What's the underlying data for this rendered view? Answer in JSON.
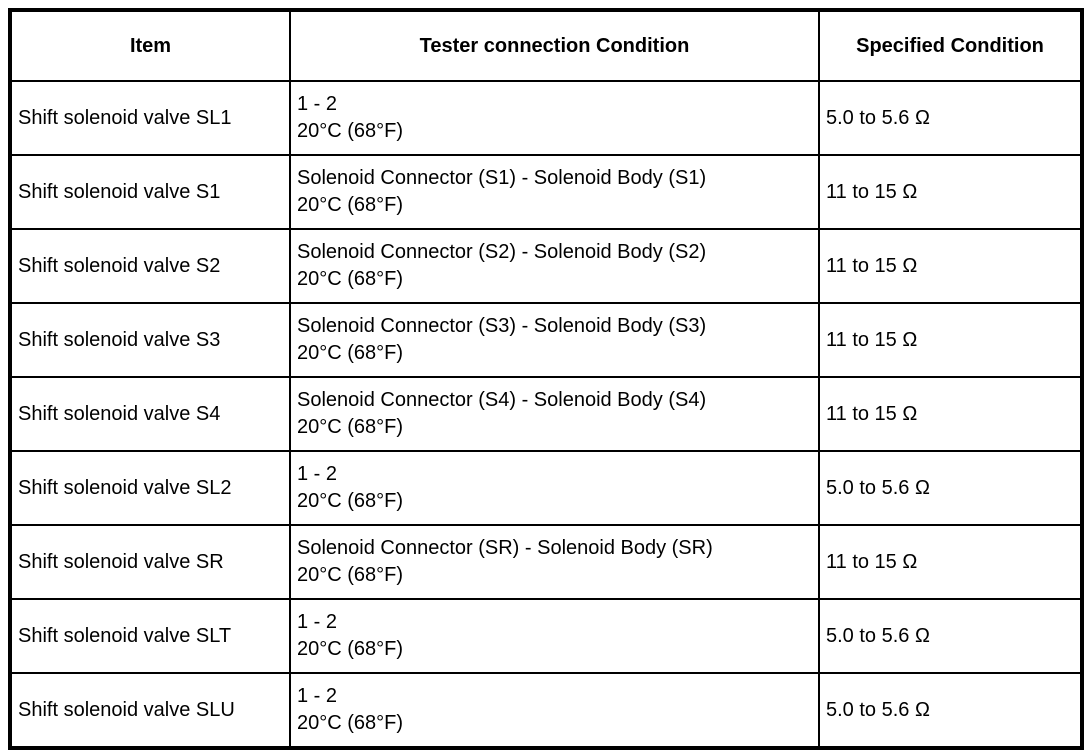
{
  "colors": {
    "border": "#000000",
    "background": "#ffffff",
    "text": "#000000"
  },
  "table": {
    "header": {
      "item": "Item",
      "tester_connection": "Tester connection",
      "condition": "Condition",
      "specified_condition": "Specified Condition"
    },
    "rows": [
      {
        "item": "Shift solenoid valve SL1",
        "connection": "1 - 2",
        "condition": "20°C (68°F)",
        "specified": "5.0 to 5.6 Ω"
      },
      {
        "item": "Shift solenoid valve S1",
        "connection": "Solenoid Connector (S1) - Solenoid Body (S1)",
        "condition": "20°C (68°F)",
        "specified": "11 to 15 Ω"
      },
      {
        "item": "Shift solenoid valve S2",
        "connection": "Solenoid Connector (S2) - Solenoid Body (S2)",
        "condition": "20°C (68°F)",
        "specified": "11 to 15 Ω"
      },
      {
        "item": "Shift solenoid valve S3",
        "connection": "Solenoid Connector (S3) - Solenoid Body (S3)",
        "condition": "20°C (68°F)",
        "specified": "11 to 15 Ω"
      },
      {
        "item": "Shift solenoid valve S4",
        "connection": "Solenoid Connector (S4) - Solenoid Body (S4)",
        "condition": "20°C (68°F)",
        "specified": "11 to 15 Ω"
      },
      {
        "item": "Shift solenoid valve SL2",
        "connection": "1 - 2",
        "condition": "20°C (68°F)",
        "specified": "5.0 to 5.6 Ω"
      },
      {
        "item": "Shift solenoid valve SR",
        "connection": "Solenoid Connector (SR) - Solenoid Body (SR)",
        "condition": "20°C (68°F)",
        "specified": "11 to 15 Ω"
      },
      {
        "item": "Shift solenoid valve SLT",
        "connection": "1 - 2",
        "condition": "20°C (68°F)",
        "specified": "5.0 to 5.6 Ω"
      },
      {
        "item": "Shift solenoid valve SLU",
        "connection": "1 - 2",
        "condition": "20°C (68°F)",
        "specified": "5.0 to 5.6 Ω"
      }
    ]
  }
}
